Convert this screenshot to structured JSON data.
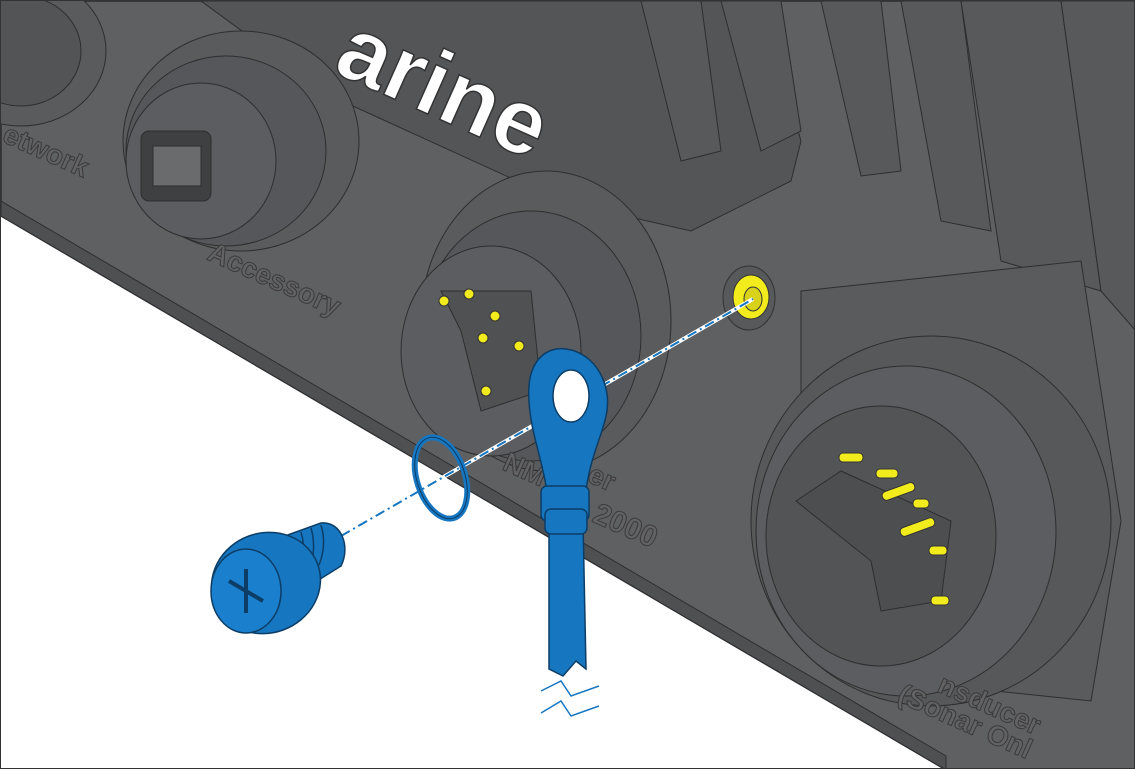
{
  "figure": {
    "logo_text": "arine",
    "port_labels": {
      "network": "etwork",
      "accessory": "Accessory",
      "nmea_line1": "NM",
      "nmea_line1_end": "er",
      "nmea_line2": "2000",
      "transducer_line1": "nsducer",
      "transducer_line2": "(Sonar Onl"
    },
    "colors": {
      "housing": "#5f6062",
      "outline": "#2e2e30",
      "hardware_blue": "#1676c0",
      "pin_yellow": "#f2ec1c",
      "background": "#ffffff"
    }
  }
}
